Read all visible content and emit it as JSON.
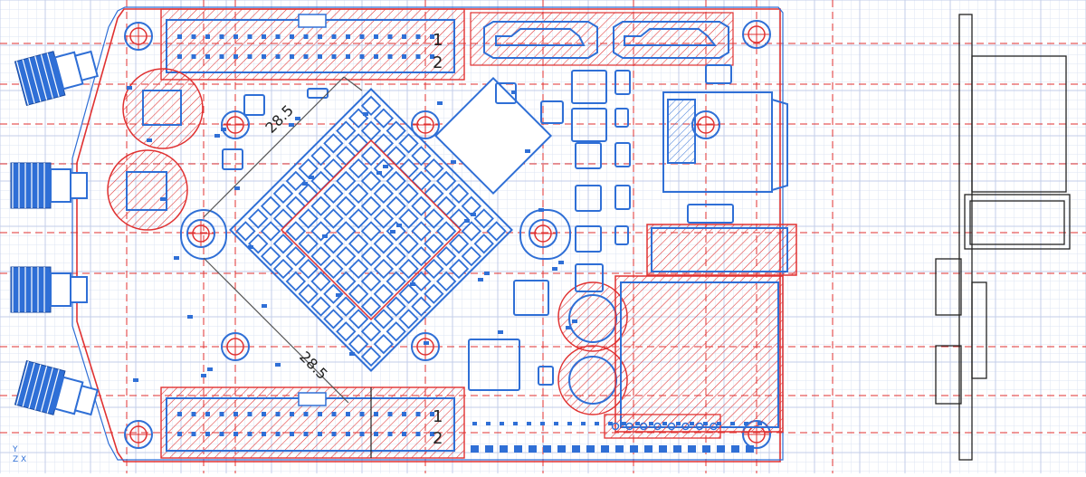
{
  "colors": {
    "background": "#ffffff",
    "grid": "#c9d3ec",
    "pcb_blue": "#2f6fd6",
    "keepout_red": "#e03131",
    "outline_dark": "#222222"
  },
  "dimensions": {
    "diag_upper": "28.5",
    "diag_lower": "28.5"
  },
  "headers": {
    "top": {
      "pin1": "1",
      "pin2": "2"
    },
    "bottom": {
      "pin1": "1",
      "pin2": "2"
    }
  },
  "axis_indicator": {
    "y": "Y",
    "zx": "Z X"
  }
}
